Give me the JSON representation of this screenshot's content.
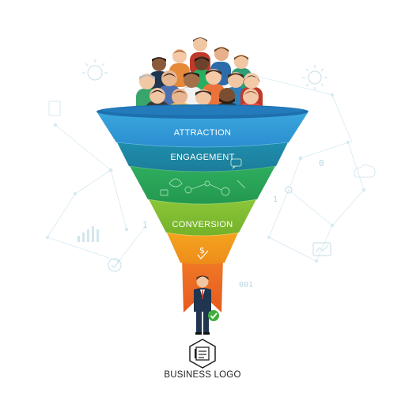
{
  "stages": [
    {
      "key": "attraction",
      "label": "ATTRACTION",
      "color": "#2f97d6"
    },
    {
      "key": "engagement",
      "label": "ENGAGEMENT",
      "color": "#1f86a6"
    },
    {
      "key": "interest",
      "label": "",
      "color": "#2ba55c"
    },
    {
      "key": "conversion",
      "label": "CONVERSION",
      "color": "#83bf2c"
    },
    {
      "key": "purchase",
      "label": "",
      "color": "#f29a1c"
    },
    {
      "key": "spout",
      "label": "",
      "color": "#ee6a22"
    }
  ],
  "icons": {
    "conversion": "dollar-check-icon",
    "engagement": "chat-bubble-icon",
    "customer_badge": "checkmark-badge-icon",
    "logo": "document-hexagon-icon"
  },
  "background": {
    "binary_1": "0",
    "binary_2": "1",
    "binary_3": "001",
    "binary_4": "1"
  },
  "logo": {
    "caption": "BUSINESS LOGO"
  },
  "colors": {
    "funnel_top": "#3aa3dc",
    "funnel_rim": "#1a6fae",
    "network": "#cfe6ee",
    "customer_suit": "#1f3550",
    "check": "#3fae3a"
  }
}
